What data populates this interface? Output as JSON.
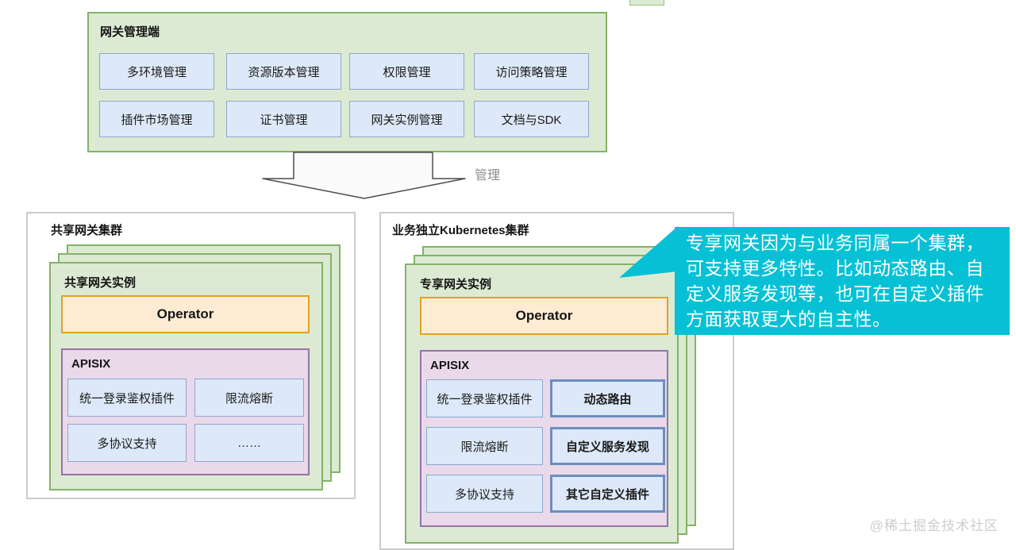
{
  "management": {
    "title": "网关管理端",
    "items": [
      "多环境管理",
      "资源版本管理",
      "权限管理",
      "访问策略管理",
      "插件市场管理",
      "证书管理",
      "网关实例管理",
      "文档与SDK"
    ]
  },
  "arrow_label": "管理",
  "shared_cluster": {
    "title": "共享网关集群",
    "instance_title": "共享网关实例",
    "operator_label": "Operator",
    "apisix_label": "APISIX",
    "plugins": [
      "统一登录鉴权插件",
      "限流熔断",
      "多协议支持",
      "……"
    ]
  },
  "dedicated_cluster": {
    "title": "业务独立Kubernetes集群",
    "instance_title": "专享网关实例",
    "operator_label": "Operator",
    "apisix_label": "APISIX",
    "plugins": [
      {
        "label": "统一登录鉴权插件",
        "emphasis": false
      },
      {
        "label": "动态路由",
        "emphasis": true
      },
      {
        "label": "限流熔断",
        "emphasis": false
      },
      {
        "label": "自定义服务发现",
        "emphasis": true
      },
      {
        "label": "多协议支持",
        "emphasis": false
      },
      {
        "label": "其它自定义插件",
        "emphasis": true
      }
    ]
  },
  "callout": {
    "text": "专享网关因为与业务同属一个集群，可支持更多特性。比如动态路由、自定义服务发现等，也可在自定义插件方面获取更大的自主性。"
  },
  "watermark": "@稀土掘金技术社区",
  "colors": {
    "green_fill": "#dcead3",
    "green_border": "#82b366",
    "blue_fill": "#dde9f8",
    "blue_border": "#8ea7cc",
    "blue_border_strong": "#6c8ebf",
    "orange_fill": "#fdecd3",
    "orange_border": "#e0a321",
    "purple_fill": "#e9d9ea",
    "purple_border": "#9673a6",
    "cluster_border": "#cccccc",
    "callout_bg": "#06c1d5",
    "arrow_fill": "#fafafa",
    "arrow_border": "#4d4d4d",
    "watermark_color": "#cdcdcd"
  }
}
